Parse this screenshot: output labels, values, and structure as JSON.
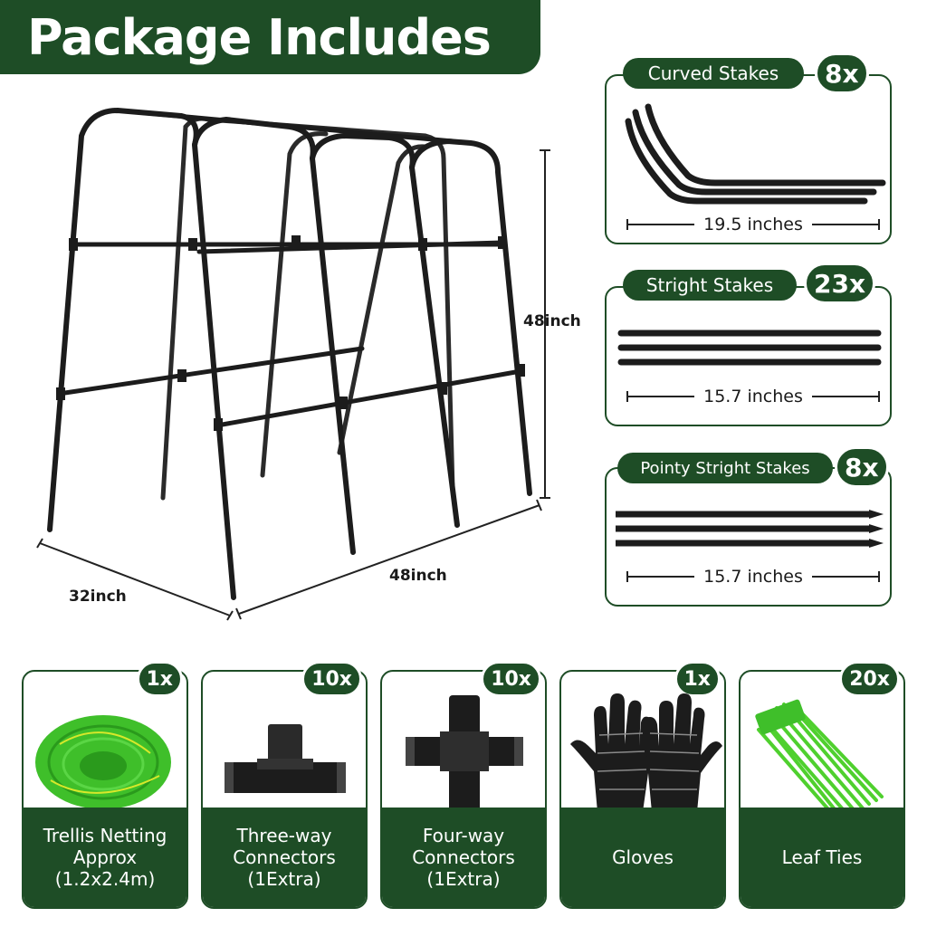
{
  "header": {
    "title": "Package Includes"
  },
  "frame": {
    "height_label": "48inch",
    "length_label": "48inch",
    "width_label": "32inch"
  },
  "stakes": [
    {
      "name": "Curved Stakes",
      "count": "8x",
      "length": "19.5 inches",
      "icon": "curved-stake-icon"
    },
    {
      "name": "Stright Stakes",
      "count": "23x",
      "length": "15.7 inches",
      "icon": "straight-stake-icon"
    },
    {
      "name": "Pointy Stright Stakes",
      "count": "8x",
      "length": "15.7 inches",
      "icon": "pointy-stake-icon"
    }
  ],
  "items": [
    {
      "count": "1x",
      "label": "Trellis Netting\nApprox\n(1.2x2.4m)",
      "icon": "trellis-netting-icon"
    },
    {
      "count": "10x",
      "label": "Three-way\nConnectors\n(1Extra)",
      "icon": "three-way-connector-icon"
    },
    {
      "count": "10x",
      "label": "Four-way\nConnectors\n(1Extra)",
      "icon": "four-way-connector-icon"
    },
    {
      "count": "1x",
      "label": "Gloves",
      "icon": "gloves-icon"
    },
    {
      "count": "20x",
      "label": "Leaf Ties",
      "icon": "leaf-ties-icon"
    }
  ],
  "colors": {
    "brand": "#1e4d26",
    "netting": "#3fbf2a",
    "stake": "#1c1c1c"
  }
}
